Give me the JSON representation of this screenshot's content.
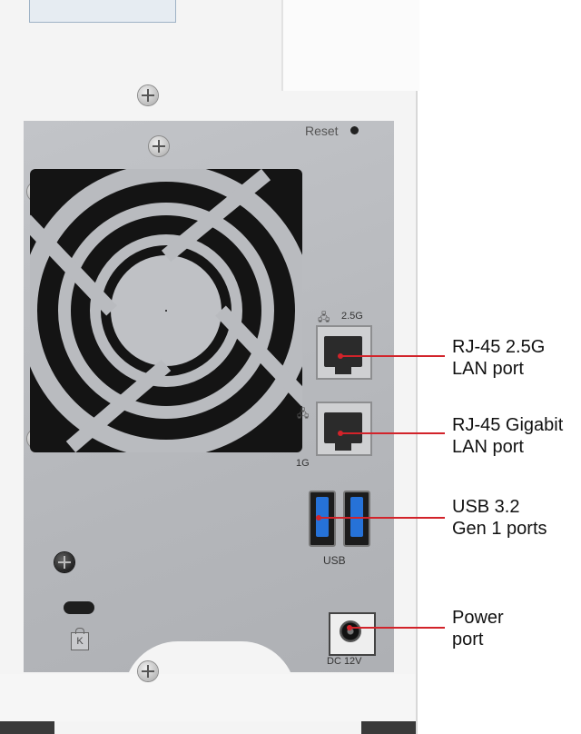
{
  "panel": {
    "reset_label": "Reset",
    "lan_25g_label": "2.5G",
    "lan_1g_label": "1G",
    "usb_label": "USB",
    "dc_label": "DC 12V",
    "lock_label": "K"
  },
  "callouts": [
    {
      "line1": "RJ-45 2.5G",
      "line2": "LAN port"
    },
    {
      "line1": "RJ-45 Gigabit",
      "line2": "LAN port"
    },
    {
      "line1": "USB 3.2",
      "line2": "Gen 1 ports"
    },
    {
      "line1": "Power",
      "line2": "port"
    }
  ],
  "colors": {
    "callout_red": "#d2232a",
    "usb_blue": "#2672d8"
  }
}
